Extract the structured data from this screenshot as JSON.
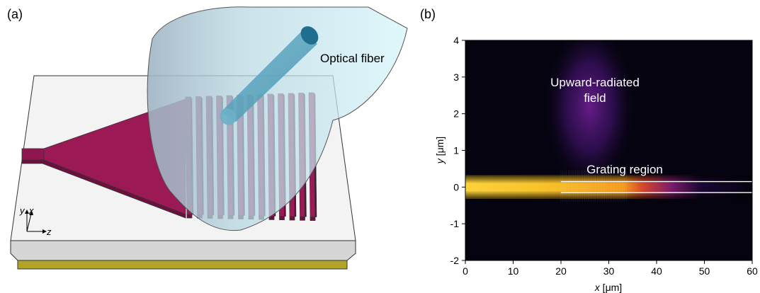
{
  "panels": {
    "a": {
      "label": "(a)",
      "fiber_label": "Optical fiber",
      "axes": {
        "y": "y",
        "x": "x",
        "z": "z"
      }
    },
    "b": {
      "label": "(b)",
      "annotation_field_line1": "Upward-radiated",
      "annotation_field_line2": "field",
      "annotation_grating": "Grating region",
      "xlabel_var": "x",
      "xlabel_unit": " [μm]",
      "ylabel_var": "y",
      "ylabel_unit": " [μm]"
    }
  },
  "colors": {
    "waveguide": "#9b1a56",
    "substrate_top": "#f2f2f2",
    "substrate_side": "#d9d9d9",
    "gold_layer": "#b5a52a",
    "fiber_cone": "#bfe9f2",
    "heatmap_bg": "#05030f"
  },
  "chart_data": {
    "type": "heatmap",
    "xlabel": "x [μm]",
    "ylabel": "y [μm]",
    "xlim": [
      0,
      60
    ],
    "ylim": [
      -2,
      4
    ],
    "xticks": [
      "0",
      "10",
      "20",
      "30",
      "40",
      "50",
      "60"
    ],
    "yticks": [
      "-2",
      "-1",
      "0",
      "1",
      "2",
      "3",
      "4"
    ],
    "colormap": "inferno",
    "grating_start_x": 20,
    "waveguide_boundaries_y": [
      0.15,
      -0.15
    ]
  }
}
